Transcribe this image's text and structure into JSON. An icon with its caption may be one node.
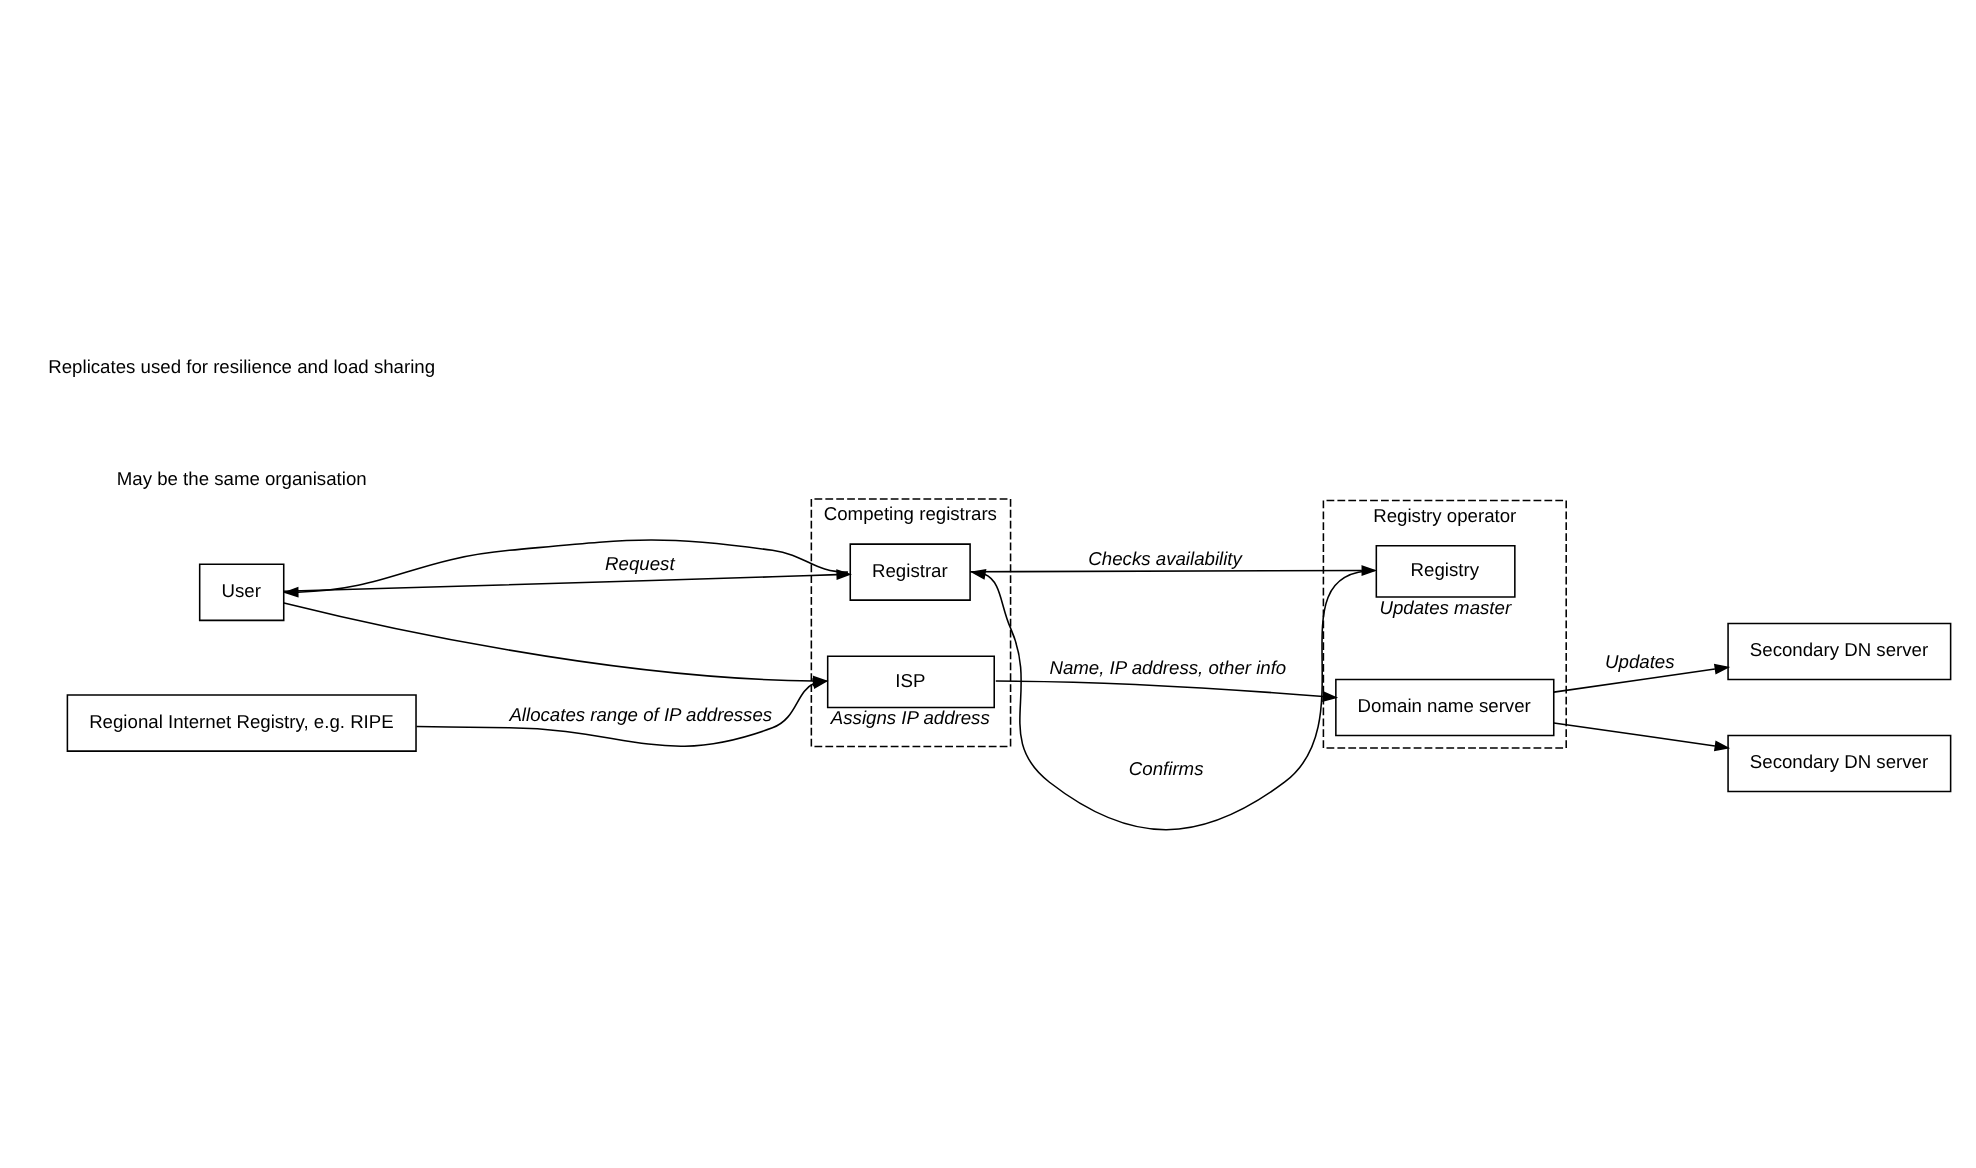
{
  "diagram": {
    "nodes": [
      {
        "text": [
          "Competing registrars"
        ]
      },
      {
        "text": [
          "User"
        ]
      },
      {
        "text": [
          "Registrar"
        ],
        "in": 0
      },
      {
        "text": [
          "ISP"
        ],
        "in": 0,
        "beside": [
          "Assigns IP address"
        ]
      },
      {
        "text": [
          "Registry operator"
        ]
      },
      {
        "text": [
          "Registry"
        ],
        "in": 4,
        "beside": [
          "Updates master"
        ]
      },
      {
        "text": [
          "Domain name server"
        ],
        "in": 4
      },
      {
        "text": [
          "Regional Internet Registry, e.g. RIPE"
        ]
      },
      {
        "text": [
          "Secondary DN server"
        ]
      },
      {
        "text": [
          "Secondary DN server"
        ]
      }
    ],
    "edges": [
      {
        "from": 1,
        "to": 2,
        "arrow": "to",
        "label": "Request"
      },
      {
        "from": 2,
        "to": 1,
        "arrow": "to"
      },
      {
        "from": 2,
        "to": 5,
        "arrow": "to",
        "label": "Checks availability"
      },
      {
        "from": 5,
        "to": 2,
        "arrow": "to",
        "label": "Confirms"
      },
      {
        "from": 1,
        "to": 3,
        "arrow": "to"
      },
      {
        "from": 3,
        "to": 6,
        "arrow": "to",
        "label": "Name, IP address, other info"
      },
      {
        "from": 7,
        "to": 3,
        "arrow": "to",
        "label": "Allocates range of IP addresses"
      },
      {
        "from": 6,
        "to": 8,
        "arrow": "to",
        "label": "Updates"
      },
      {
        "from": 6,
        "to": 9,
        "arrow": "to"
      }
    ],
    "labels": [
      "May be the same organisation",
      "Replicates used for resilience and load sharing"
    ]
  }
}
